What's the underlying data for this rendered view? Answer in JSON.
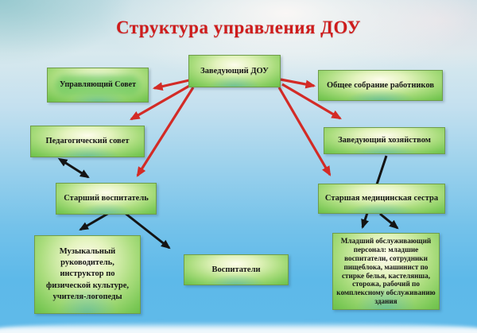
{
  "title": "Структура управления ДОУ",
  "colors": {
    "title_red": "#ce1c1c",
    "red_arrow": "#d32b26",
    "black_arrow": "#141414",
    "box_border": "#6f9c4a",
    "box_fill_center": "#fdfceb",
    "box_fill_edge": "#6cc04a",
    "background_top": "#d8e9ee",
    "background_bottom": "#5db9e9"
  },
  "nodes": {
    "zaveduyushchiy": {
      "label": "Заведующий ДОУ"
    },
    "upravlyayushchiy_sovet": {
      "label": "Управляющий Совет"
    },
    "obshchee_sobranie": {
      "label": "Общее собрание работников"
    },
    "pedsovet": {
      "label": "Педагогический совет"
    },
    "zavhoz": {
      "label": "Заведующий хозяйством"
    },
    "starshiy_vospitatel": {
      "label": "Старший воспитатель"
    },
    "starshaya_medsestra": {
      "label": "Старшая медицинская сестра"
    },
    "muzykalnyy": {
      "label": "Музыкальный руководитель, инструктор по физической культуре, учителя-логопеды"
    },
    "vospitateli": {
      "label": "Воспитатели"
    },
    "mladshiy_personal": {
      "label": "Младший обслуживающий персонал: младшие воспитатели, сотрудники пищеблока, машинист по стирке белья, кастелянша, сторожа, рабочий по комплексному обслуживанию здания"
    }
  },
  "edges": [
    {
      "from": "zaveduyushchiy",
      "to": "upravlyayushchiy_sovet",
      "color": "red",
      "two_headed": false
    },
    {
      "from": "zaveduyushchiy",
      "to": "pedsovet",
      "color": "red",
      "two_headed": false
    },
    {
      "from": "zaveduyushchiy",
      "to": "starshiy_vospitatel",
      "color": "red",
      "two_headed": false
    },
    {
      "from": "zaveduyushchiy",
      "to": "obshchee_sobranie",
      "color": "red",
      "two_headed": false
    },
    {
      "from": "zaveduyushchiy",
      "to": "zavhoz",
      "color": "red",
      "two_headed": false
    },
    {
      "from": "zaveduyushchiy",
      "to": "starshaya_medsestra",
      "color": "red",
      "two_headed": false
    },
    {
      "from": "pedsovet",
      "to": "starshiy_vospitatel",
      "color": "black",
      "two_headed": true
    },
    {
      "from": "starshiy_vospitatel",
      "to": "muzykalnyy",
      "color": "black",
      "two_headed": false
    },
    {
      "from": "starshiy_vospitatel",
      "to": "vospitateli",
      "color": "black",
      "two_headed": false
    },
    {
      "from": "zavhoz",
      "to": "mladshiy_personal",
      "color": "black",
      "two_headed": false
    },
    {
      "from": "starshaya_medsestra",
      "to": "mladshiy_personal",
      "color": "black",
      "two_headed": false
    }
  ]
}
